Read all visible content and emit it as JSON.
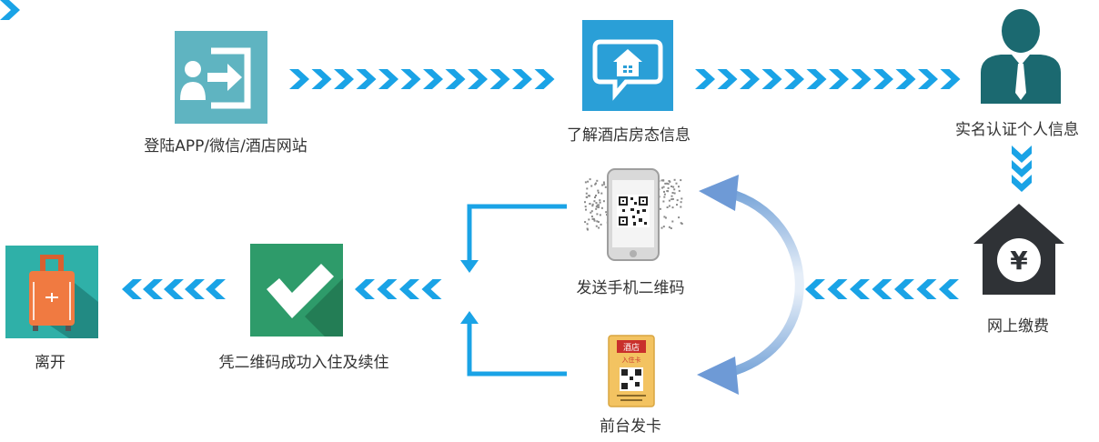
{
  "steps": {
    "login": "登陆APP/微信/酒店网站",
    "room_info": "了解酒店房态信息",
    "verify": "实名认证个人信息",
    "pay": "网上缴费",
    "qr_phone": "发送手机二维码",
    "card": "前台发卡",
    "checkin": "凭二维码成功入住及续住",
    "leave": "离开"
  },
  "icons": {
    "login": "login-door-icon",
    "room_info": "house-chat-bubble-icon",
    "verify": "person-icon",
    "pay": "yen-house-icon",
    "qr_phone": "phone-qr-code-icon",
    "card": "qr-card-icon",
    "checkin": "checkmark-icon",
    "leave": "suitcase-icon"
  },
  "card_text": {
    "line1": "酒店",
    "line2": "入住卡"
  },
  "colors": {
    "arrow": "#1aa3e6",
    "login_bg": "#5fb4c1",
    "room_bg": "#2a9fd7",
    "person": "#1b6970",
    "house_dark": "#2f3236",
    "checkin_bg": "#2e9b6a",
    "leave_bg": "#2fb0a8",
    "suitcase": "#f07a41",
    "label": "#333333"
  }
}
